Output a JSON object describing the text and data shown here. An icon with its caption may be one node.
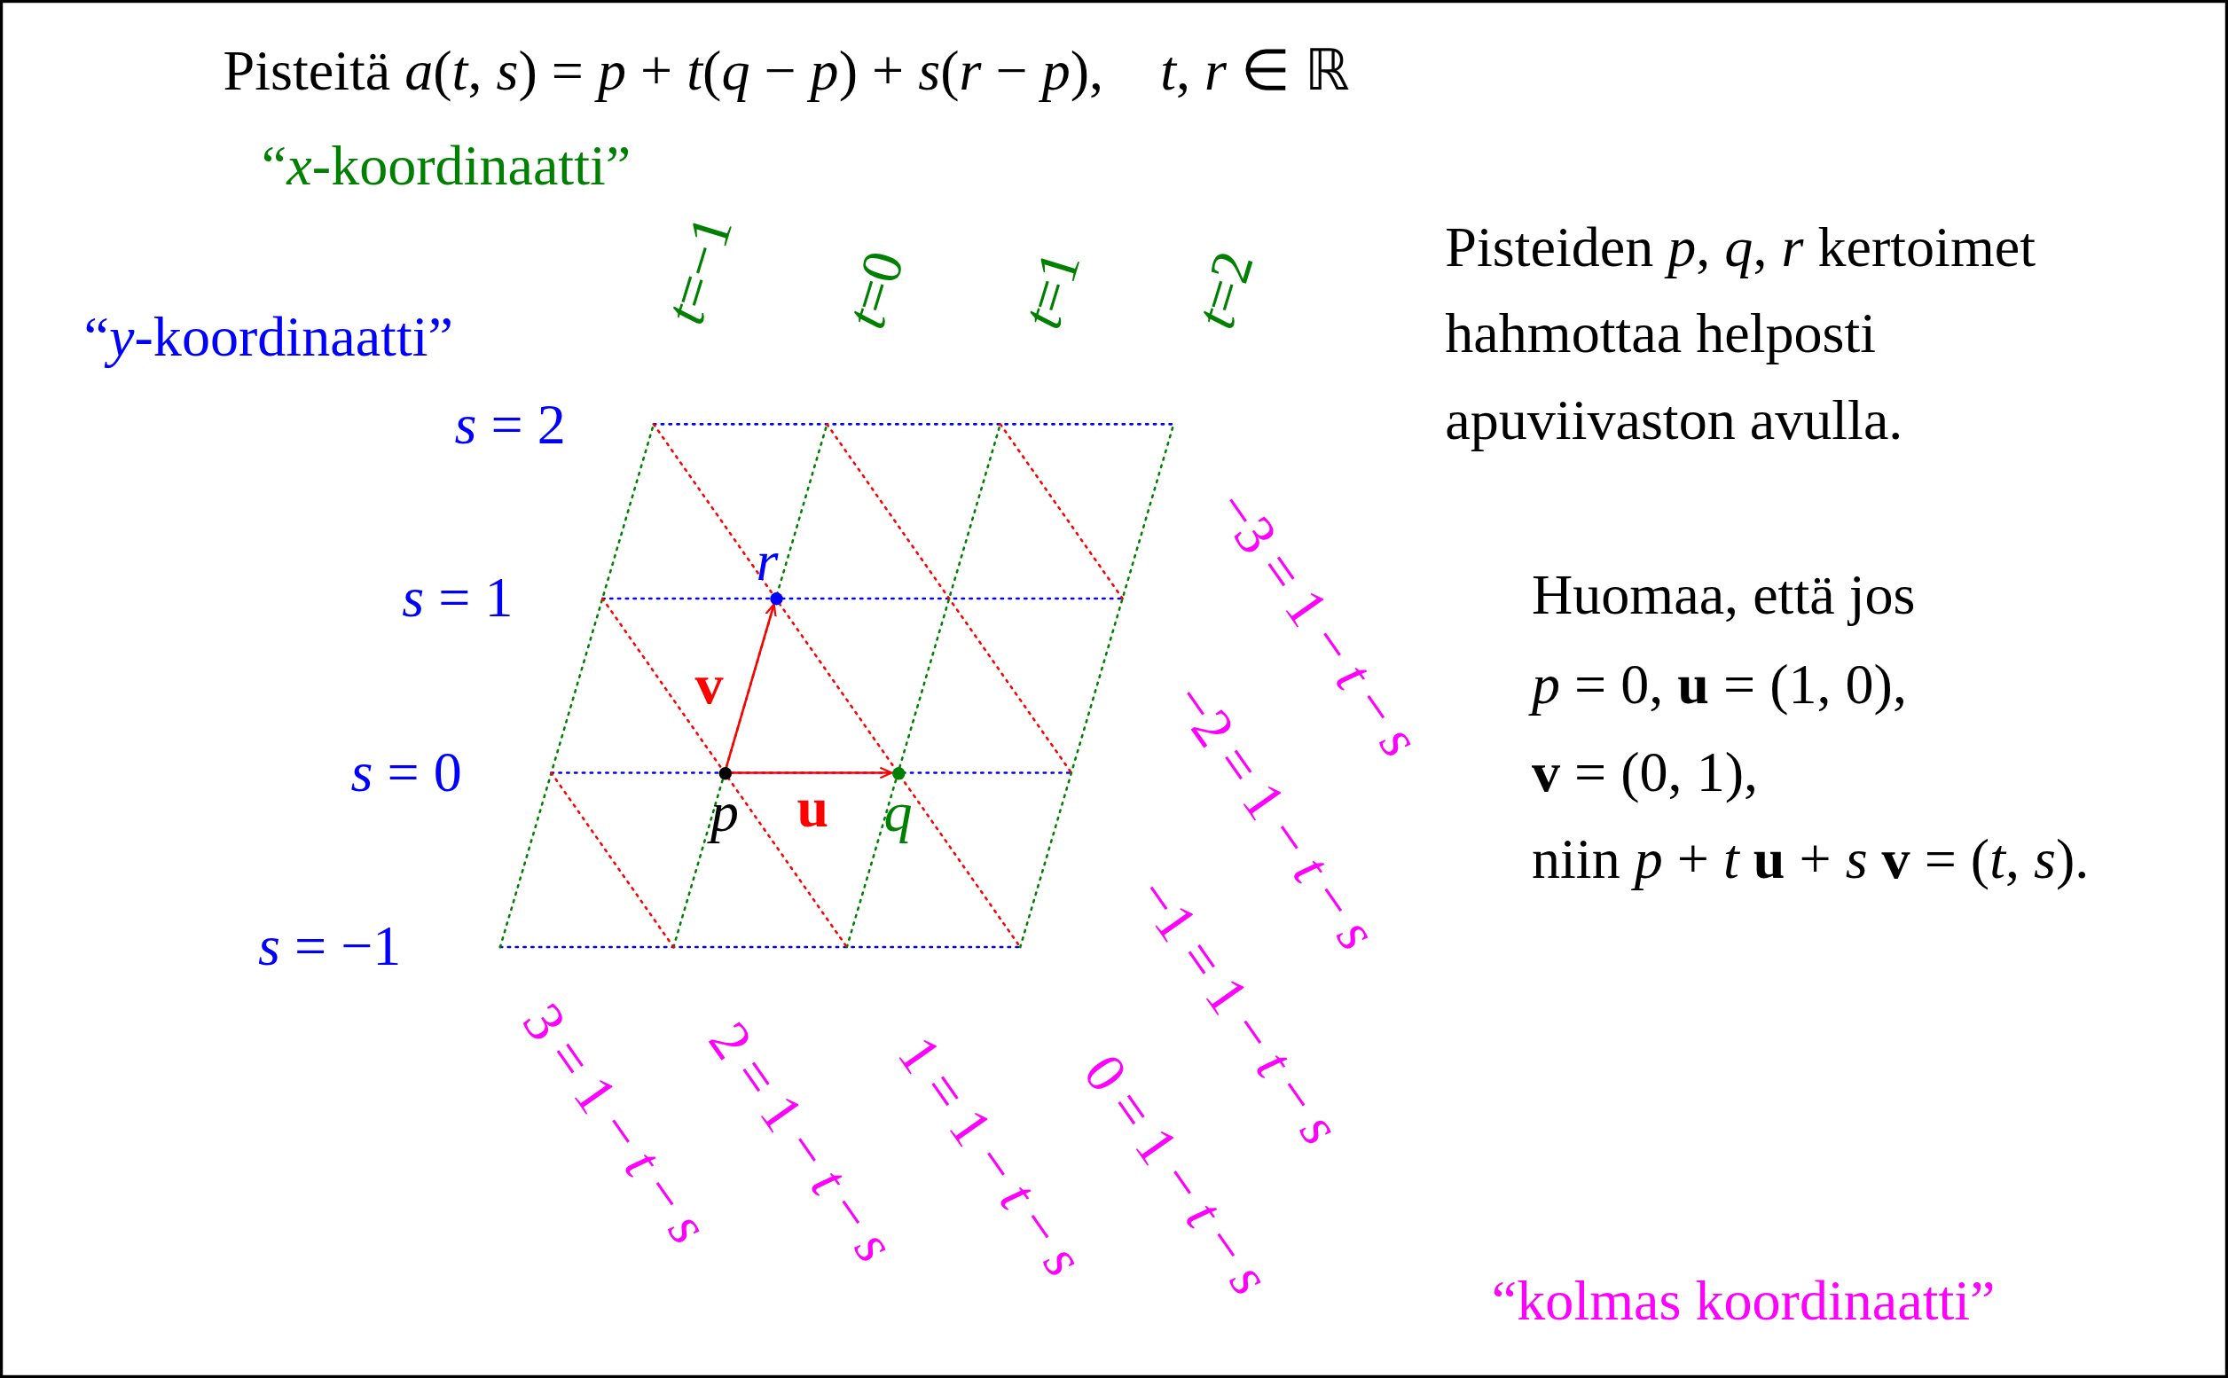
{
  "diagram": {
    "title": "Pisteitä *a*(*t*, *s*) = *p* + *t*(*q* − *p*) + *s*(*r* − *p*),    *t*, *r* ∈ ℝ",
    "nodes": [
      {
        "text": [],
        "shape": "circle",
        "beside": [
          "*p*"
        ]
      },
      {
        "text": [],
        "shape": "circle",
        "beside": [
          "*q*"
        ]
      },
      {
        "text": [],
        "shape": "circle",
        "beside": [
          "*r*"
        ]
      }
    ],
    "edges": [
      {
        "from": 0,
        "to": 1,
        "arrow": "to",
        "label": "u"
      },
      {
        "from": 0,
        "to": 2,
        "arrow": "to",
        "label": "v"
      }
    ],
    "labels": [
      "“*x*-koordinaatti”",
      "*t*=−1",
      "*t*=0",
      "*t*=1",
      "*t*=2",
      "Pisteiden *p*, *q*, *r* kertoimet hahmottaa helposti apuviivaston avulla.",
      "“*y*-koordinaatti”",
      "*s* = 2",
      "*s* = 1",
      "*s* = 0",
      "*s* = −1",
      "Huomaa, että jos",
      "*p* = 0, **u** = (1, 0),",
      "**v** = (0, 1),",
      "niin *p* + *t* **u** + *s* **v** = (*t*, *s*).",
      "−3 = 1 − *t* − *s*",
      "−2 = 1 − *t* − *s*",
      "−1 = 1 − *t* − *s*",
      "3 = 1 − *t* − *s*",
      "2 = 1 − *t* − *s*",
      "1 = 1 − *t* − *s*",
      "0 = 1 − *t* − *s*",
      "“kolmas koordinaatti”"
    ]
  }
}
